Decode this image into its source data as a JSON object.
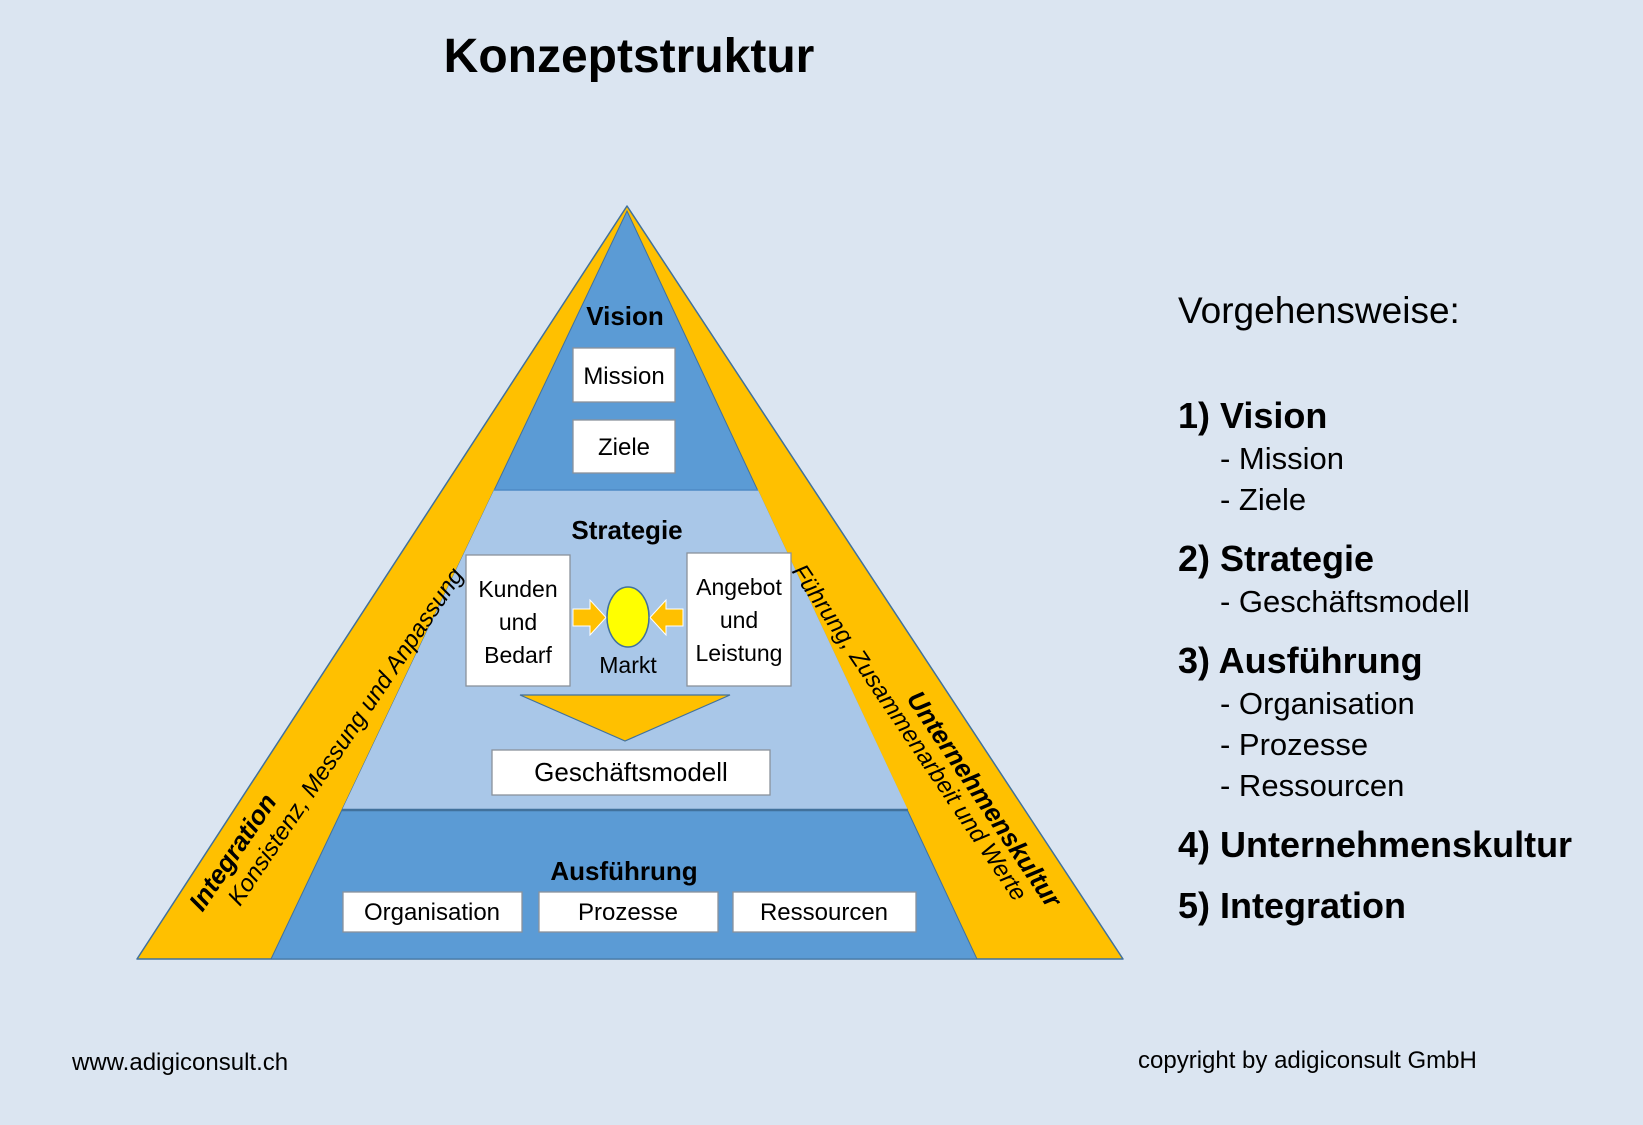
{
  "slide": {
    "title": "Konzeptstruktur"
  },
  "colors": {
    "background": "#dbe5f1",
    "gold": "#FFC000",
    "blue": "#5B9BD5",
    "light_blue": "#A9C7E8",
    "yellow": "#FFFF00",
    "outline": "#41719C"
  },
  "pyramid": {
    "vision": {
      "label": "Vision",
      "boxes": [
        "Mission",
        "Ziele"
      ]
    },
    "strategie": {
      "label": "Strategie",
      "left_box_lines": [
        "Kunden",
        "und",
        "Bedarf"
      ],
      "right_box_lines": [
        "Angebot",
        "und",
        "Leistung"
      ],
      "market_label": "Markt",
      "bottom_box": "Geschäftsmodell"
    },
    "ausfuehrung": {
      "label": "Ausführung",
      "boxes": [
        "Organisation",
        "Prozesse",
        "Ressourcen"
      ]
    },
    "left_band": {
      "bold_label": "Integration",
      "label": "Konsistenz, Messung und Anpassung"
    },
    "right_band": {
      "bold_label": "Unternehmenskultur",
      "label": "Führung, Zusammenarbeit und Werte"
    }
  },
  "procedure": {
    "title": "Vorgehensweise:",
    "items": [
      {
        "label": "1) Vision",
        "subitems": [
          "- Mission",
          "- Ziele"
        ]
      },
      {
        "label": "2) Strategie",
        "subitems": [
          "- Geschäftsmodell"
        ]
      },
      {
        "label": "3) Ausführung",
        "subitems": [
          "- Organisation",
          "- Prozesse",
          "- Ressourcen"
        ]
      },
      {
        "label": "4) Unternehmenskultur",
        "subitems": []
      },
      {
        "label": "5) Integration",
        "subitems": []
      }
    ]
  },
  "footer": {
    "left": "www.adigiconsult.ch",
    "right": "copyright by adigiconsult GmbH"
  }
}
